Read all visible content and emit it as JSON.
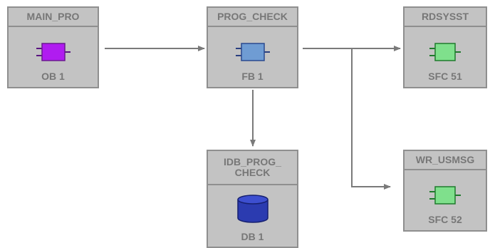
{
  "blocks": {
    "main_pro": {
      "name": "MAIN_PRO",
      "addr": "OB 1",
      "icon": "ob-block-icon",
      "color": "#b01cf0"
    },
    "prog_check": {
      "name": "PROG_CHECK",
      "addr": "FB 1",
      "icon": "fb-block-icon",
      "color": "#6f9cd3"
    },
    "rdsysst": {
      "name": "RDSYSST",
      "addr": "SFC 51",
      "icon": "sfc-block-icon",
      "color": "#7fe08c"
    },
    "wr_usmsg": {
      "name": "WR_USMSG",
      "addr": "SFC 52",
      "icon": "sfc-block-icon",
      "color": "#7fe08c"
    },
    "idb_prog_check": {
      "name": "IDB_PROG_\nCHECK",
      "addr": "DB 1",
      "icon": "db-block-icon",
      "color": "#2b3bb0"
    }
  },
  "colors": {
    "block_fill": "#c3c3c3",
    "block_border": "#8f8f8f",
    "label": "#777777",
    "connector": "#7a7a7a"
  }
}
